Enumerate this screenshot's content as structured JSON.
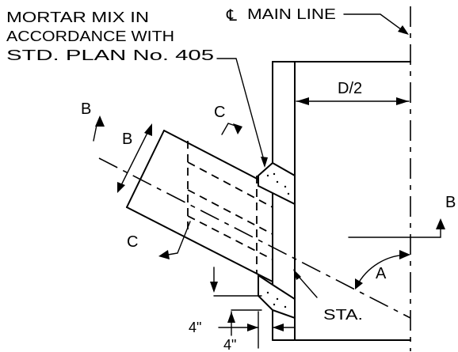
{
  "notes": {
    "mortar_line1": "MORTAR MIX IN",
    "mortar_line2": "ACCORDANCE WITH",
    "mortar_line3": "STD. PLAN No. 405",
    "centerline_symbol": "℄",
    "centerline_label": "MAIN LINE"
  },
  "labels": {
    "half_diameter": "D/2",
    "section_b_left": "B",
    "section_b_right": "B",
    "dimension_b": "B",
    "section_c_top": "C",
    "section_c_bottom": "C",
    "angle": "A",
    "station": "STA.",
    "dim_4in_a": "4\"",
    "dim_4in_b": "4\""
  }
}
